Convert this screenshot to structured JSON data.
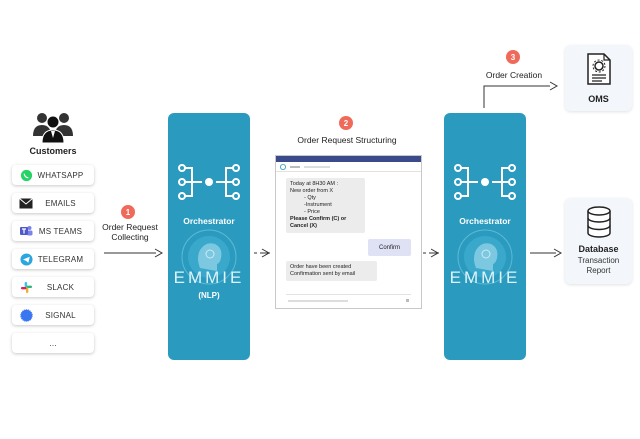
{
  "customers": {
    "label": "Customers",
    "channels": [
      {
        "label": "WHATSAPP",
        "icon": "whatsapp-icon",
        "color": "#25d366"
      },
      {
        "label": "EMAILS",
        "icon": "envelope-icon",
        "color": "#222222"
      },
      {
        "label": "MS TEAMS",
        "icon": "ms-teams-icon",
        "color": "#5059c9"
      },
      {
        "label": "TELEGRAM",
        "icon": "telegram-icon",
        "color": "#2ca5e0"
      },
      {
        "label": "SLACK",
        "icon": "slack-icon",
        "color": "#e01e5a"
      },
      {
        "label": "SIGNAL",
        "icon": "signal-icon",
        "color": "#3a76f0"
      }
    ],
    "more": "..."
  },
  "steps": [
    {
      "number": "1",
      "label_line1": "Order Request",
      "label_line2": "Collecting"
    },
    {
      "number": "2",
      "label": "Order Request Structuring"
    },
    {
      "number": "3",
      "label": "Order Creation"
    }
  ],
  "orchestrator_left": {
    "title": "Orchestrator",
    "brand": "EMMIE",
    "subtitle": "(NLP)"
  },
  "orchestrator_right": {
    "title": "Orchestrator",
    "brand": "EMMIE"
  },
  "chat": {
    "message1": {
      "line1": "Today at 8H30 AM :",
      "line2": "New order from X",
      "item1": "- Qty",
      "item2": "-Instrument",
      "item3": "- Price",
      "question": "Please Confirm (C) or Cancel (X)"
    },
    "confirm": "Confirm",
    "message2": {
      "line1": "Order have been created",
      "line2": "Confirmation sent by email"
    }
  },
  "outputs": {
    "oms": {
      "title": "OMS"
    },
    "database": {
      "title": "Database",
      "line1": "Transaction",
      "line2": "Report"
    }
  },
  "colors": {
    "orchestrator": "#2a9bbf",
    "badge": "#ef6a5a",
    "chat_header": "#3b4a8a"
  }
}
